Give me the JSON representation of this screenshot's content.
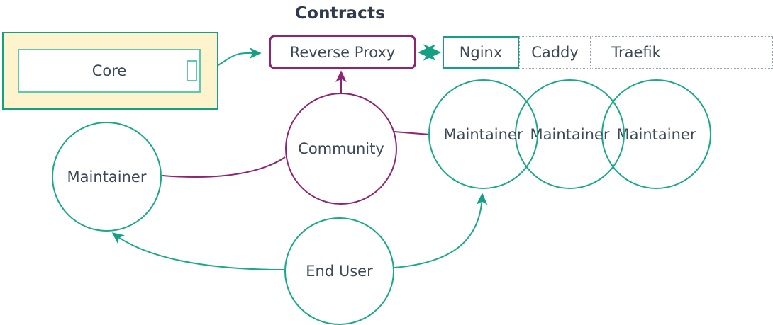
{
  "diagram": {
    "type": "architecture-actor-diagram",
    "section_title": "Contracts",
    "colors": {
      "teal": "#14a085",
      "teal_line": "#1aa88b",
      "purple": "#8e2573",
      "text": "#3c4858",
      "title_text": "#2e3a4d",
      "package_fill": "#fdf4ce",
      "dotted_border": "#9aa3ad"
    }
  },
  "core_package": {
    "name": "core-package",
    "inner_label": "Core",
    "port_name": "core-port"
  },
  "contract": {
    "node_label": "Reverse Proxy"
  },
  "implementations": {
    "cells": [
      {
        "label": "Nginx",
        "selected": true,
        "width": 108
      },
      {
        "label": "Caddy",
        "selected": false,
        "width": 101
      },
      {
        "label": "Traefik",
        "selected": false,
        "width": 129
      },
      {
        "label": "",
        "selected": false,
        "width": 128
      }
    ]
  },
  "actors": {
    "maintainer_left": {
      "label": "Maintainer"
    },
    "community": {
      "label": "Community"
    },
    "maintainer_1": {
      "label": "Maintainer"
    },
    "maintainer_2": {
      "label": "Maintainer"
    },
    "maintainer_3": {
      "label": "Maintainer"
    },
    "end_user": {
      "label": "End User"
    }
  },
  "connections": [
    {
      "from": "core-port",
      "to": "reverse-proxy",
      "style": "curve",
      "arrow": "end",
      "color": "#1aa88b"
    },
    {
      "from": "reverse-proxy",
      "to": "nginx",
      "style": "line",
      "arrow": "both",
      "color": "#14a085"
    },
    {
      "from": "community",
      "to": "reverse-proxy",
      "style": "line",
      "arrow": "end",
      "color": "#8e2573"
    },
    {
      "from": "community",
      "to": "maintainer-left",
      "style": "curve",
      "arrow": "none",
      "color": "#8e2573"
    },
    {
      "from": "community",
      "to": "maintainer-1",
      "style": "line",
      "arrow": "none",
      "color": "#8e2573"
    },
    {
      "from": "end-user",
      "to": "maintainer-left",
      "style": "curve",
      "arrow": "end",
      "color": "#1aa88b"
    },
    {
      "from": "end-user",
      "to": "maintainer-1",
      "style": "curve",
      "arrow": "end",
      "color": "#1aa88b"
    }
  ]
}
